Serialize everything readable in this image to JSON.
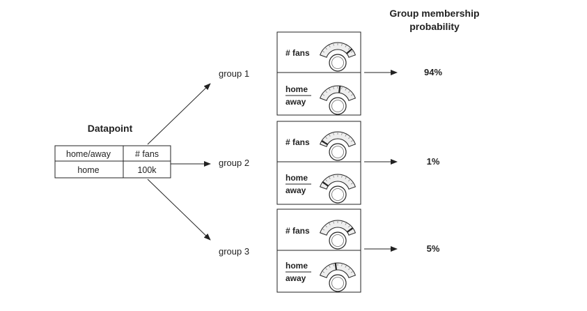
{
  "header": {
    "title_line1": "Group membership",
    "title_line2": "probability"
  },
  "datapoint": {
    "title": "Datapoint",
    "headers": [
      "home/away",
      "# fans"
    ],
    "values": [
      "home",
      "100k"
    ]
  },
  "groups": [
    {
      "label": "group 1",
      "probability": "94%",
      "fans_label": "# fans",
      "home_label": "home",
      "away_label": "away",
      "fans_level": 0.85,
      "home_level": 0.55
    },
    {
      "label": "group 2",
      "probability": "1%",
      "fans_label": "# fans",
      "home_label": "home",
      "away_label": "away",
      "fans_level": 0.08,
      "home_level": 0.12
    },
    {
      "label": "group 3",
      "probability": "5%",
      "fans_label": "# fans",
      "home_label": "home",
      "away_label": "away",
      "fans_level": 0.88,
      "home_level": 0.45
    }
  ],
  "colors": {
    "stroke": "#222222",
    "dial_face": "#eeeeee"
  },
  "icons": {
    "dial": "dial-gauge-icon",
    "knob": "knob-icon",
    "arrow": "arrow-right-icon"
  }
}
